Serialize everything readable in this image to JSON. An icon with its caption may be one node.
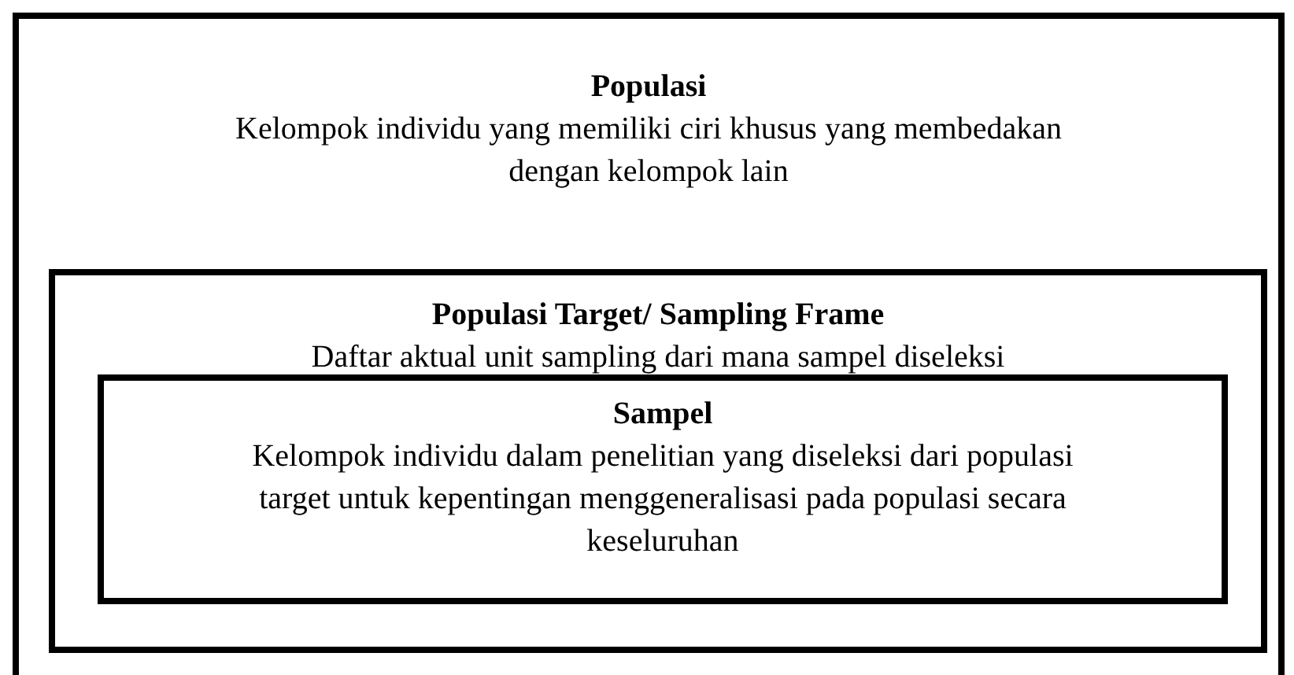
{
  "diagram": {
    "nodes": [
      {
        "text": [
          "Populasi",
          "Kelompok individu yang memiliki ciri khusus yang membedakan dengan kelompok lain"
        ]
      },
      {
        "text": [
          "Populasi Target/ Sampling Frame",
          "Daftar aktual unit sampling dari mana sampel diseleksi"
        ],
        "in": 0
      },
      {
        "text": [
          "Sampel",
          "Kelompok individu dalam penelitian yang diseleksi dari populasi target untuk kepentingan menggeneralisasi pada populasi secara keseluruhan"
        ],
        "in": 1
      }
    ]
  }
}
